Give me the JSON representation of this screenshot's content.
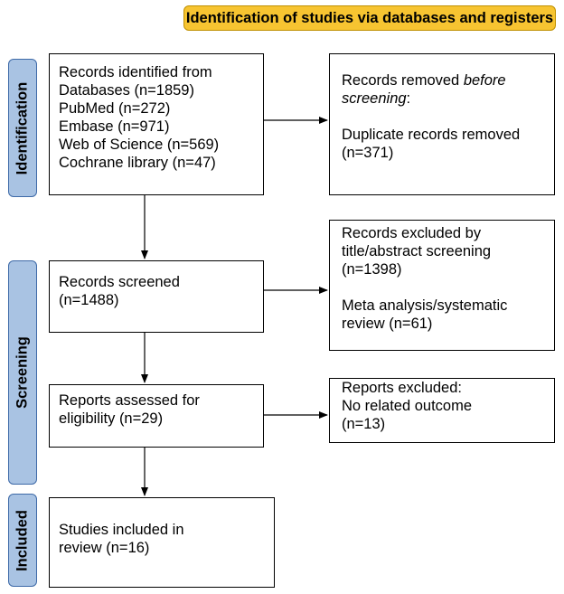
{
  "header": {
    "title": "Identification of studies via databases and registers"
  },
  "phases": {
    "identification": "Identification",
    "screening": "Screening",
    "included": "Included"
  },
  "records_identified": {
    "lines": [
      "Records identified from",
      "Databases (n=1859)",
      "PubMed (n=272)",
      "Embase (n=971)",
      "Web of Science (n=569)",
      "Cochrane library (n=47)"
    ]
  },
  "records_removed": {
    "line1": "Records removed ",
    "line1_italic": "before",
    "line2_italic": "screening",
    "line2_suffix": ":",
    "line3": "Duplicate records removed",
    "line4": "(n=371)"
  },
  "records_screened": {
    "lines": [
      "Records screened",
      "(n=1488)"
    ]
  },
  "records_excluded": {
    "lines": [
      "Records excluded by",
      "title/abstract screening",
      "(n=1398)"
    ],
    "lines2": [
      "Meta analysis/systematic",
      "review (n=61)"
    ]
  },
  "reports_assessed": {
    "lines": [
      "Reports assessed for",
      "eligibility (n=29)"
    ]
  },
  "reports_excluded": {
    "lines": [
      "Reports excluded:",
      "No related outcome",
      "(n=13)"
    ]
  },
  "studies_included": {
    "lines": [
      "Studies included in",
      "review (n=16)"
    ]
  }
}
